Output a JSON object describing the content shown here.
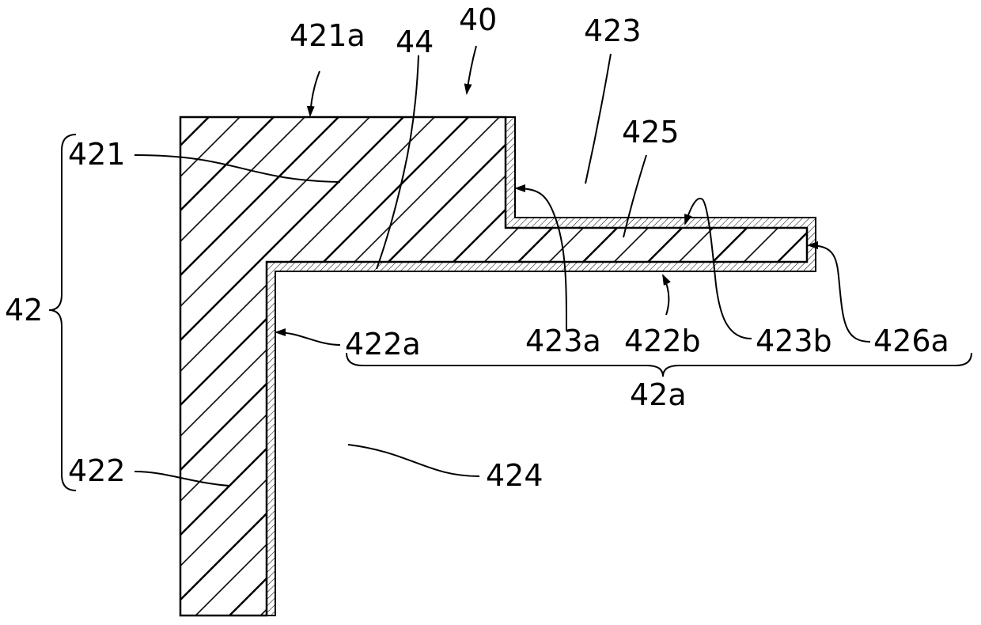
{
  "labels": {
    "l40": "40",
    "l421a": "421a",
    "l44": "44",
    "l423": "423",
    "l425": "425",
    "l421": "421",
    "l42": "42",
    "l422a": "422a",
    "l423a": "423a",
    "l422b": "422b",
    "l423b": "423b",
    "l426a": "426a",
    "l42a": "42a",
    "l422": "422",
    "l424": "424"
  }
}
